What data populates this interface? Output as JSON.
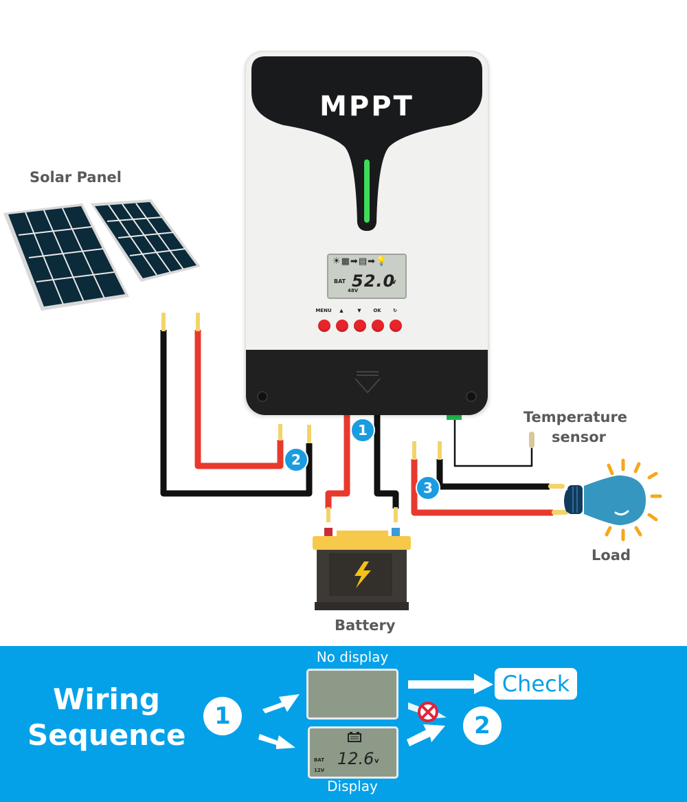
{
  "labels": {
    "solar_panel": "Solar Panel",
    "temperature_sensor_line1": "Temperature",
    "temperature_sensor_line2": "sensor",
    "load": "Load",
    "battery": "Battery"
  },
  "controller": {
    "brand": "MPPT",
    "lcd": {
      "bat_label": "BAT",
      "voltage": "52.0",
      "unit": "v",
      "system_voltage": "48V",
      "flow_icons": "☀▦➡▤➡💡"
    },
    "buttons": [
      {
        "label": "MENU"
      },
      {
        "label": "▲"
      },
      {
        "label": "▼"
      },
      {
        "label": "OK"
      },
      {
        "label": "↻"
      }
    ]
  },
  "steps": {
    "step1": "1",
    "step2": "2",
    "step3": "3"
  },
  "banner": {
    "title_line1": "Wiring",
    "title_line2": "Sequence",
    "step_start": "1",
    "step_next": "2",
    "no_display_caption": "No display",
    "display_caption": "Display",
    "check_label": "Check",
    "display_lcd": {
      "bat_label": "BAT",
      "voltage": "12.6",
      "unit": "v",
      "system_voltage": "12V"
    },
    "blocked_icon": "⊗"
  },
  "colors": {
    "banner_blue": "#05a1e8",
    "step_badge_blue": "#1b9be0",
    "button_red": "#e8242b",
    "led_green": "#3ddc5a",
    "bulb_blue": "#3597c0",
    "ray_orange": "#f4a81c",
    "battery_top": "#f7c843"
  }
}
